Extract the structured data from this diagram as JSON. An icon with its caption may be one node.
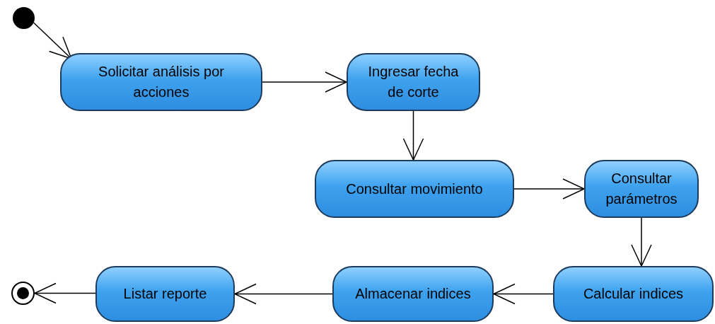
{
  "diagram": {
    "nodes": [
      {
        "text": [],
        "shape": "circle"
      },
      {
        "text": [
          "Solicitar análisis por acciones"
        ]
      },
      {
        "text": [
          "Ingresar fecha de corte"
        ]
      },
      {
        "text": [
          "Consultar movimiento"
        ]
      },
      {
        "text": [
          "Consultar parámetros"
        ]
      },
      {
        "text": [
          "Calcular indices"
        ]
      },
      {
        "text": [
          "Almacenar indices"
        ]
      },
      {
        "text": [
          "Listar reporte"
        ]
      },
      {
        "text": [],
        "shape": "bullseye"
      }
    ],
    "edges": [
      {
        "from": 0,
        "to": 1,
        "arrow": "to"
      },
      {
        "from": 1,
        "to": 2,
        "arrow": "to"
      },
      {
        "from": 2,
        "to": 3,
        "arrow": "to"
      },
      {
        "from": 3,
        "to": 4,
        "arrow": "to"
      },
      {
        "from": 4,
        "to": 5,
        "arrow": "to"
      },
      {
        "from": 5,
        "to": 6,
        "arrow": "to"
      },
      {
        "from": 6,
        "to": 7,
        "arrow": "to"
      },
      {
        "from": 7,
        "to": 8,
        "arrow": "to"
      }
    ]
  }
}
